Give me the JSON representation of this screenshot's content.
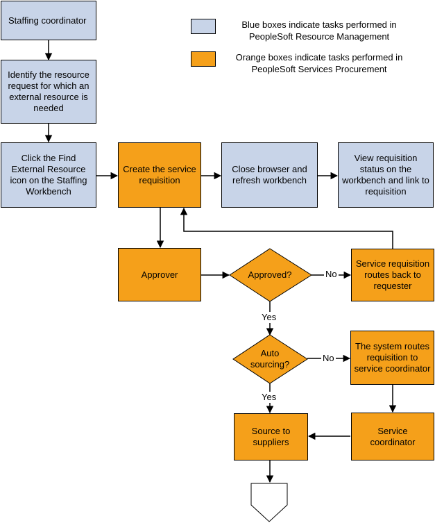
{
  "colors": {
    "blue": "#c8d4e8",
    "orange": "#f5a01a",
    "line": "#000000"
  },
  "legend": {
    "blue_text": "Blue boxes indicate tasks performed in PeopleSoft Resource Management",
    "orange_text": "Orange boxes indicate tasks performed in PeopleSoft Services Procurement"
  },
  "nodes": {
    "staffing_coordinator": "Staffing coordinator",
    "identify_request": "Identify the resource request for which an external resource is needed",
    "click_find": "Click the Find External Resource icon on the Staffing Workbench",
    "create_requisition": "Create the service requisition",
    "close_browser": "Close browser and refresh workbench",
    "view_status": "View requisition status on the workbench and link to requisition",
    "approver": "Approver",
    "approved_question": "Approved?",
    "routes_back": "Service requisition routes back to requester",
    "auto_sourcing_question": "Auto sourcing?",
    "system_routes": "The system routes requisition to service coordinator",
    "service_coordinator": "Service coordinator",
    "source_suppliers": "Source to suppliers"
  },
  "edges": {
    "approved_no": "No",
    "approved_yes": "Yes",
    "auto_no": "No",
    "auto_yes": "Yes"
  }
}
